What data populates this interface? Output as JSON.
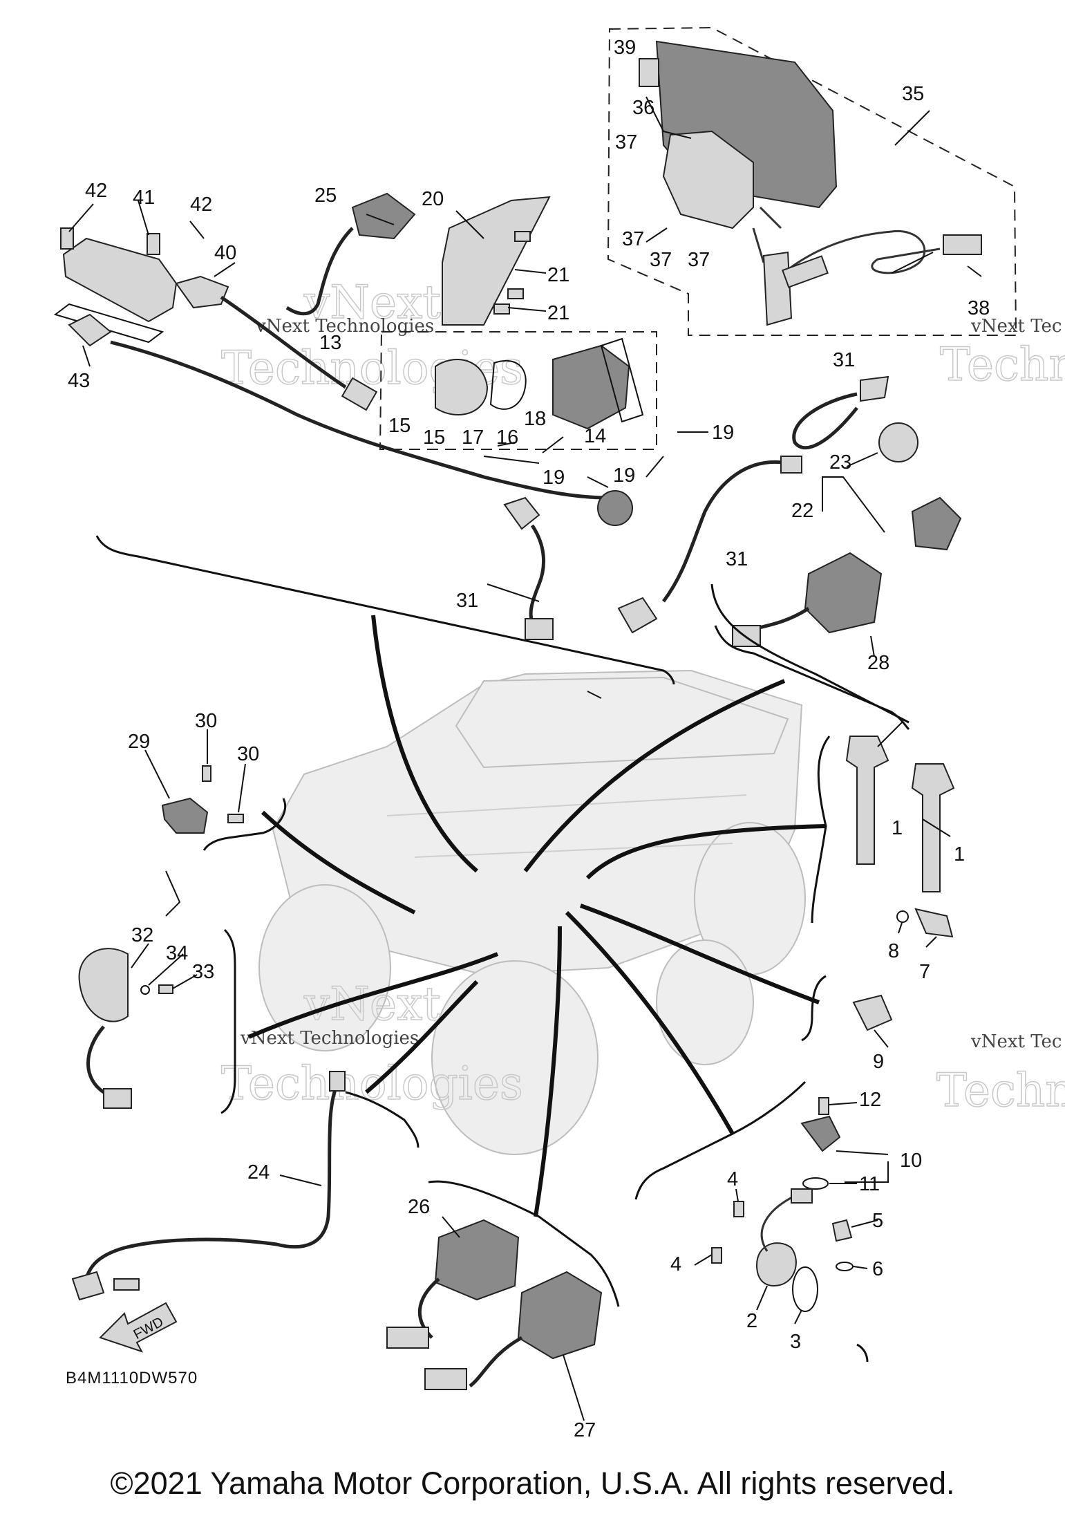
{
  "diagram": {
    "code": "B4M1110DW570",
    "copyright": "©2021 Yamaha Motor Corporation, U.S.A. All rights reserved.",
    "fwd_label": "FWD",
    "watermark": {
      "main": "vNext",
      "second": "Technologies",
      "caption": "vNext Technologies",
      "partial_caption": "vNext Tec"
    },
    "callouts": [
      {
        "id": "c1a",
        "label": "1"
      },
      {
        "id": "c1b",
        "label": "1"
      },
      {
        "id": "c2",
        "label": "2"
      },
      {
        "id": "c3",
        "label": "3"
      },
      {
        "id": "c4a",
        "label": "4"
      },
      {
        "id": "c4b",
        "label": "4"
      },
      {
        "id": "c5",
        "label": "5"
      },
      {
        "id": "c6",
        "label": "6"
      },
      {
        "id": "c7",
        "label": "7"
      },
      {
        "id": "c8",
        "label": "8"
      },
      {
        "id": "c9",
        "label": "9"
      },
      {
        "id": "c10",
        "label": "10"
      },
      {
        "id": "c11",
        "label": "11"
      },
      {
        "id": "c12",
        "label": "12"
      },
      {
        "id": "c13",
        "label": "13"
      },
      {
        "id": "c14",
        "label": "14"
      },
      {
        "id": "c15a",
        "label": "15"
      },
      {
        "id": "c15b",
        "label": "15"
      },
      {
        "id": "c16",
        "label": "16"
      },
      {
        "id": "c17",
        "label": "17"
      },
      {
        "id": "c18",
        "label": "18"
      },
      {
        "id": "c19a",
        "label": "19"
      },
      {
        "id": "c19b",
        "label": "19"
      },
      {
        "id": "c19c",
        "label": "19"
      },
      {
        "id": "c20",
        "label": "20"
      },
      {
        "id": "c21a",
        "label": "21"
      },
      {
        "id": "c21b",
        "label": "21"
      },
      {
        "id": "c22",
        "label": "22"
      },
      {
        "id": "c23",
        "label": "23"
      },
      {
        "id": "c24",
        "label": "24"
      },
      {
        "id": "c25",
        "label": "25"
      },
      {
        "id": "c26",
        "label": "26"
      },
      {
        "id": "c27",
        "label": "27"
      },
      {
        "id": "c28",
        "label": "28"
      },
      {
        "id": "c29",
        "label": "29"
      },
      {
        "id": "c30a",
        "label": "30"
      },
      {
        "id": "c30b",
        "label": "30"
      },
      {
        "id": "c31a",
        "label": "31"
      },
      {
        "id": "c31b",
        "label": "31"
      },
      {
        "id": "c31c",
        "label": "31"
      },
      {
        "id": "c32",
        "label": "32"
      },
      {
        "id": "c33",
        "label": "33"
      },
      {
        "id": "c34",
        "label": "34"
      },
      {
        "id": "c35",
        "label": "35"
      },
      {
        "id": "c36",
        "label": "36"
      },
      {
        "id": "c37a",
        "label": "37"
      },
      {
        "id": "c37b",
        "label": "37"
      },
      {
        "id": "c37c",
        "label": "37"
      },
      {
        "id": "c37d",
        "label": "37"
      },
      {
        "id": "c38",
        "label": "38"
      },
      {
        "id": "c39",
        "label": "39"
      },
      {
        "id": "c40",
        "label": "40"
      },
      {
        "id": "c41",
        "label": "41"
      },
      {
        "id": "c42a",
        "label": "42"
      },
      {
        "id": "c42b",
        "label": "42"
      },
      {
        "id": "c43",
        "label": "43"
      }
    ]
  }
}
